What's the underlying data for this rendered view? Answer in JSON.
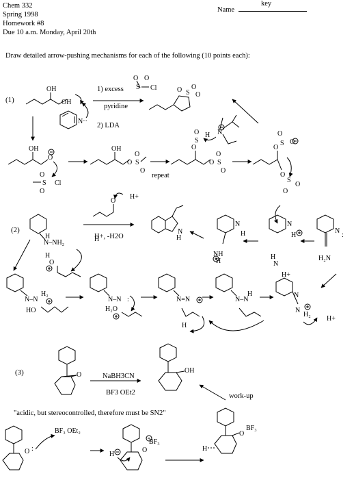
{
  "header": {
    "course": "Chem 332",
    "term": "Spring 1998",
    "homework": "Homework #8",
    "due": "Due 10 a.m. Monday, April 20th",
    "name_label": "Name",
    "name_value": "key"
  },
  "instructions": "Draw detailed arrow-pushing mechanisms for each of the following (10 points each):",
  "problem1": {
    "number": "(1)",
    "reagent1": "1) excess",
    "reagent2": "pyridine",
    "reagent3": "2) LDA",
    "step_label": "repeat"
  },
  "problem2": {
    "number": "(2)",
    "conditions": "H+, -H2O"
  },
  "problem3": {
    "number": "(3)",
    "reagent1": "NaBH3CN",
    "reagent2": "BF3 OEt2",
    "workup": "work-up",
    "note": "\"acidic, but stereocontrolled, therefore must be SN2\""
  }
}
